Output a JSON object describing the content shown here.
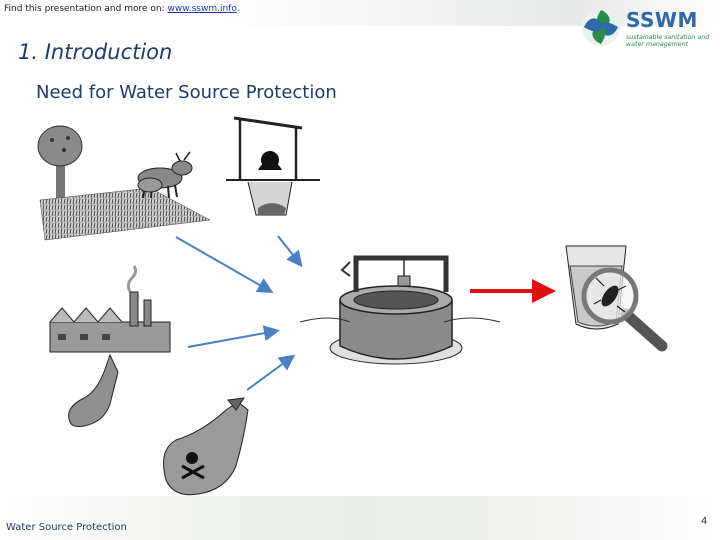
{
  "header": {
    "note_prefix": "Find this presentation and more on: ",
    "note_link": "www.sswm.info",
    "note_suffix": "."
  },
  "logo": {
    "name": "SSWM",
    "tagline": "sustainable sanitation and water management"
  },
  "slide": {
    "section_title": "1. Introduction",
    "subtitle": "Need for Water Source Protection"
  },
  "footer": {
    "text": "Water Source Protection",
    "page_number": "4"
  },
  "colors": {
    "title_blue": "#1c3c69",
    "arrow_blue": "#4a7fc1",
    "arrow_red": "#e01010",
    "logo_blue": "#2f6aa6",
    "logo_green": "#2a8c4a"
  },
  "illustration": {
    "items": [
      "tree-and-field",
      "cattle",
      "latrine",
      "factory",
      "polluted-stream",
      "toxic-waste-puddle",
      "well",
      "water-glass",
      "magnifying-glass",
      "bacteria"
    ]
  }
}
